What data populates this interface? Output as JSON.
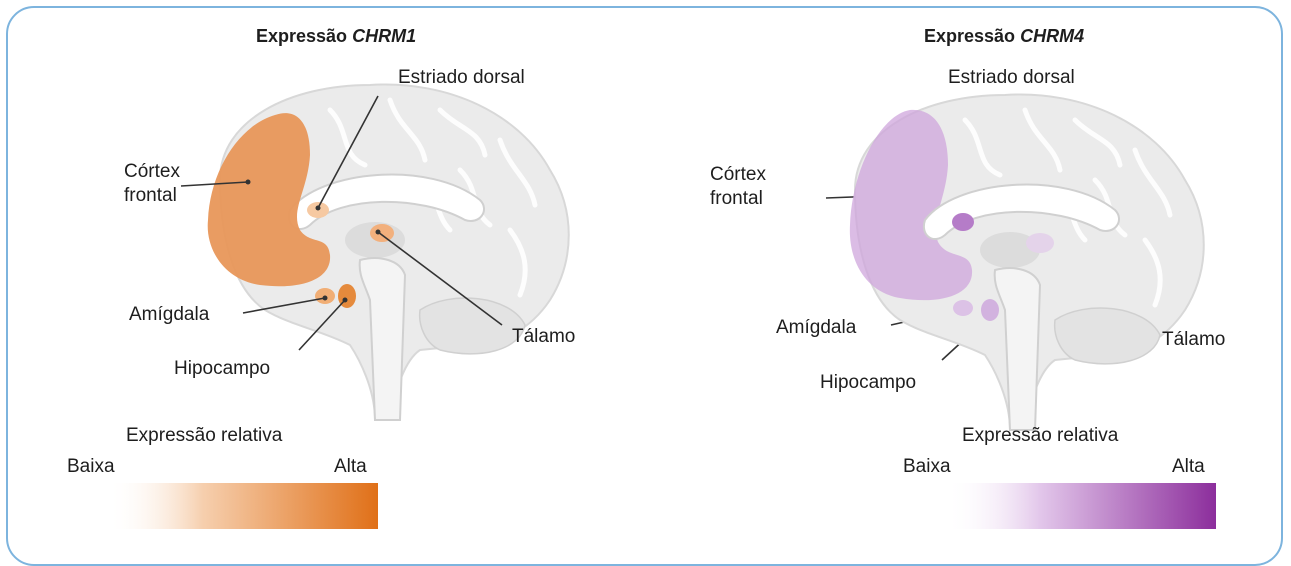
{
  "panels": [
    {
      "title_prefix": "Expressão",
      "title_gene": "CHRM1",
      "accent_color": "#e07a2e",
      "labels": {
        "striatum": "Estriado dorsal",
        "cortex_line1": "Córtex",
        "cortex_line2": "frontal",
        "amygdala": "Amígdala",
        "hippocampus": "Hipocampo",
        "thalamus": "Tálamo"
      },
      "scale": {
        "title": "Expressão relativa",
        "low": "Baixa",
        "high": "Alta"
      }
    },
    {
      "title_prefix": "Expressão",
      "title_gene": "CHRM4",
      "accent_color": "#8e3a9e",
      "labels": {
        "striatum": "Estriado dorsal",
        "cortex_line1": "Córtex",
        "cortex_line2": "frontal",
        "amygdala": "Amígdala",
        "hippocampus": "Hipocampo",
        "thalamus": "Tálamo"
      },
      "scale": {
        "title": "Expressão relativa",
        "low": "Baixa",
        "high": "Alta"
      }
    }
  ]
}
